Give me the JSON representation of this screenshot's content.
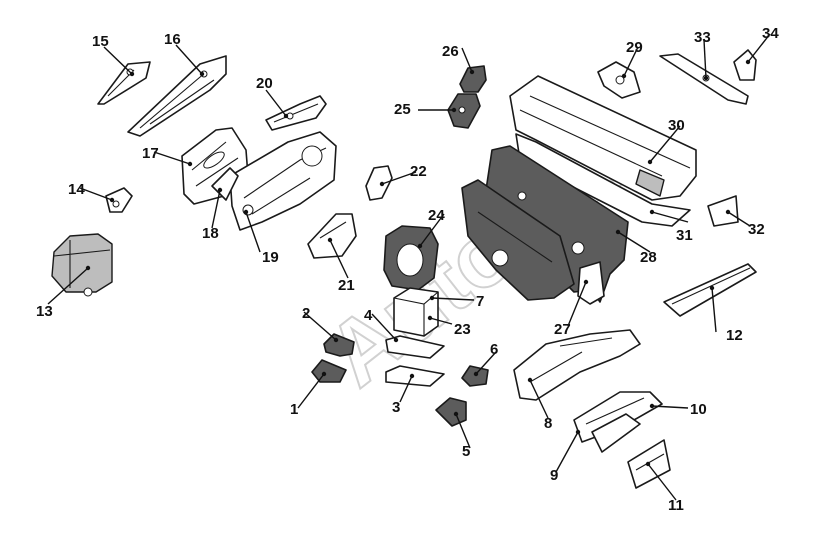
{
  "labels": {
    "l1": "1",
    "l2": "2",
    "l3": "3",
    "l4": "4",
    "l5": "5",
    "l6": "6",
    "l7": "7",
    "l8": "8",
    "l9": "9",
    "l10": "10",
    "l11": "11",
    "l12": "12",
    "l13": "13",
    "l14": "14",
    "l15": "15",
    "l16": "16",
    "l17": "17",
    "l18": "18",
    "l19": "19",
    "l20": "20",
    "l21": "21",
    "l22": "22",
    "l23": "23",
    "l24": "24",
    "l25": "25",
    "l26": "26",
    "l27": "27",
    "l28": "28",
    "l29": "29",
    "l30": "30",
    "l31": "31",
    "l32": "32",
    "l33": "33",
    "l34": "34"
  },
  "watermark": "AutoSoft",
  "colors": {
    "line": "#1a1a1a",
    "shaded": "#5c5c5c",
    "watermark": "#9a9a9a"
  }
}
